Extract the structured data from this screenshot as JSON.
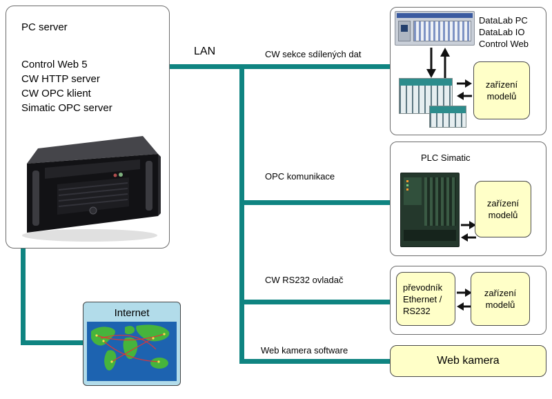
{
  "diagram": {
    "pc_server": {
      "title": "PC server",
      "features": [
        "Control Web 5",
        "CW HTTP server",
        "CW OPC klient",
        "Simatic OPC server"
      ]
    },
    "lan_label": "LAN",
    "branches": {
      "shared_data": "CW sekce sdílených dat",
      "opc": "OPC komunikace",
      "rs232": "CW RS232 ovladač",
      "webcam": "Web kamera software"
    },
    "internet": {
      "label": "Internet"
    },
    "datalab": {
      "lines": [
        "DataLab PC",
        "DataLab IO",
        "Control Web"
      ],
      "device": {
        "line1": "zařízení",
        "line2": "modelů"
      }
    },
    "plc": {
      "title": "PLC Simatic",
      "device": {
        "line1": "zařízení",
        "line2": "modelů"
      }
    },
    "rs232": {
      "converter": {
        "line1": "převodník",
        "line2": "Ethernet /",
        "line3": "RS232"
      },
      "device": {
        "line1": "zařízení",
        "line2": "modelů"
      }
    },
    "webcam": {
      "label": "Web kamera"
    },
    "images": {
      "server_photo": "industrial rack PC server",
      "world_map": "world map with network routes",
      "datalab_pc": "DataLab PC unit",
      "din_modules": "DataLab IO DIN-rail modules",
      "plc_photo": "Siemens Simatic PLC"
    },
    "colors": {
      "network_line": "#0f8481",
      "device_box_bg": "#ffffc8",
      "internet_bg": "#b2dcea"
    }
  }
}
